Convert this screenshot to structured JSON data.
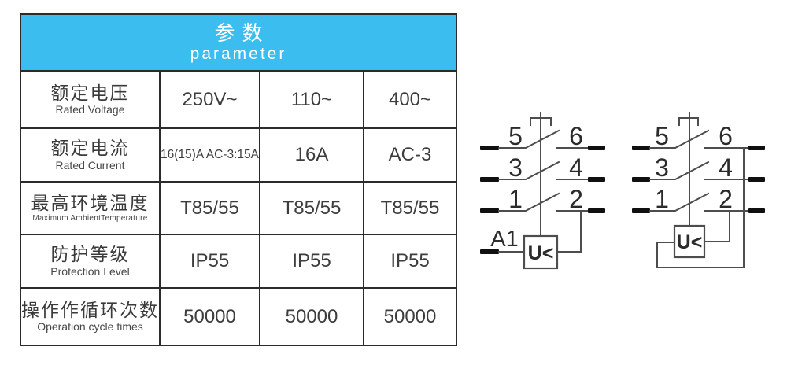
{
  "header": {
    "title_zh": "参数",
    "title_en": "parameter"
  },
  "table": {
    "rows": [
      {
        "label_zh": "额定电压",
        "label_en": "Rated Voltage",
        "values": [
          "250V~",
          "110~",
          "400~"
        ]
      },
      {
        "label_zh": "额定电流",
        "label_en": "Rated Current",
        "values": [
          "16(15)A AC-3:15A",
          "16A",
          "AC-3"
        ]
      },
      {
        "label_zh": "最高环境温度",
        "label_en": "Maximum AmbientTemperature",
        "values": [
          "T85/55",
          "T85/55",
          "T85/55"
        ]
      },
      {
        "label_zh": "防护等级",
        "label_en": "Protection Level",
        "values": [
          "IP55",
          "IP55",
          "IP55"
        ]
      },
      {
        "label_zh": "操作作循环次数",
        "label_en": "Operation cycle times",
        "values": [
          "50000",
          "50000",
          "50000"
        ]
      }
    ]
  },
  "diagrams": {
    "left": {
      "terminals": {
        "t5": "5",
        "t6": "6",
        "t3": "3",
        "t4": "4",
        "t1": "1",
        "t2": "2",
        "a1": "A1"
      },
      "relay_label": "U<"
    },
    "right": {
      "terminals": {
        "t5": "5",
        "t6": "6",
        "t3": "3",
        "t4": "4",
        "t1": "1",
        "t2": "2"
      },
      "relay_label": "U<"
    }
  },
  "colors": {
    "header_bg": "#3bbeef",
    "table_border": "#2b2b2b",
    "text": "#3a3a3a",
    "diagram_line": "#4d4d4d",
    "terminal_stub": "#101010"
  }
}
